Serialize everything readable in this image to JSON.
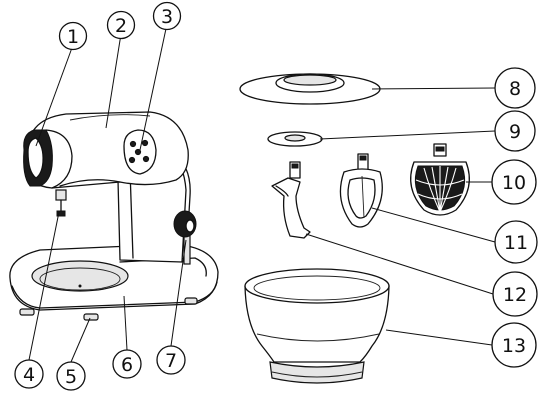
{
  "callouts": [
    {
      "n": "1"
    },
    {
      "n": "2"
    },
    {
      "n": "3"
    },
    {
      "n": "4"
    },
    {
      "n": "5"
    },
    {
      "n": "6"
    },
    {
      "n": "7"
    },
    {
      "n": "8"
    },
    {
      "n": "9"
    },
    {
      "n": "10"
    },
    {
      "n": "11"
    },
    {
      "n": "12"
    },
    {
      "n": "13"
    }
  ]
}
